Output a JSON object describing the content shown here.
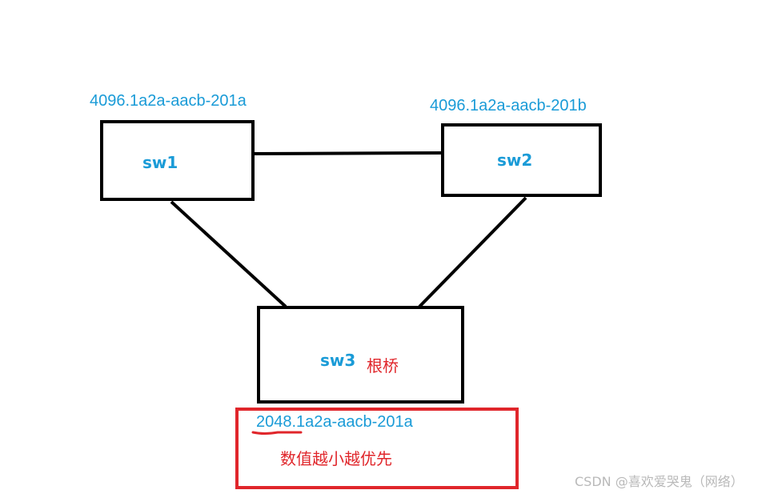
{
  "switches": [
    {
      "id": "sw1",
      "label": "sw1",
      "bridge_id": "4096.1a2a-aacb-201a"
    },
    {
      "id": "sw2",
      "label": "sw2",
      "bridge_id": "4096.1a2a-aacb-201b"
    },
    {
      "id": "sw3",
      "label": "sw3",
      "bridge_id": "2048.1a2a-aacb-201a",
      "tag": "根桥"
    }
  ],
  "links": [
    [
      "sw1",
      "sw2"
    ],
    [
      "sw1",
      "sw3"
    ],
    [
      "sw2",
      "sw3"
    ]
  ],
  "annotation": {
    "note": "数值越小越优先",
    "highlighted_prefix": "2048"
  },
  "watermark": "CSDN @喜欢爱哭鬼（网络）",
  "colors": {
    "label_blue": "#1a9bd7",
    "annotation_red": "#e0262b",
    "line_black": "#000000",
    "watermark_gray": "#b9b9b9"
  }
}
